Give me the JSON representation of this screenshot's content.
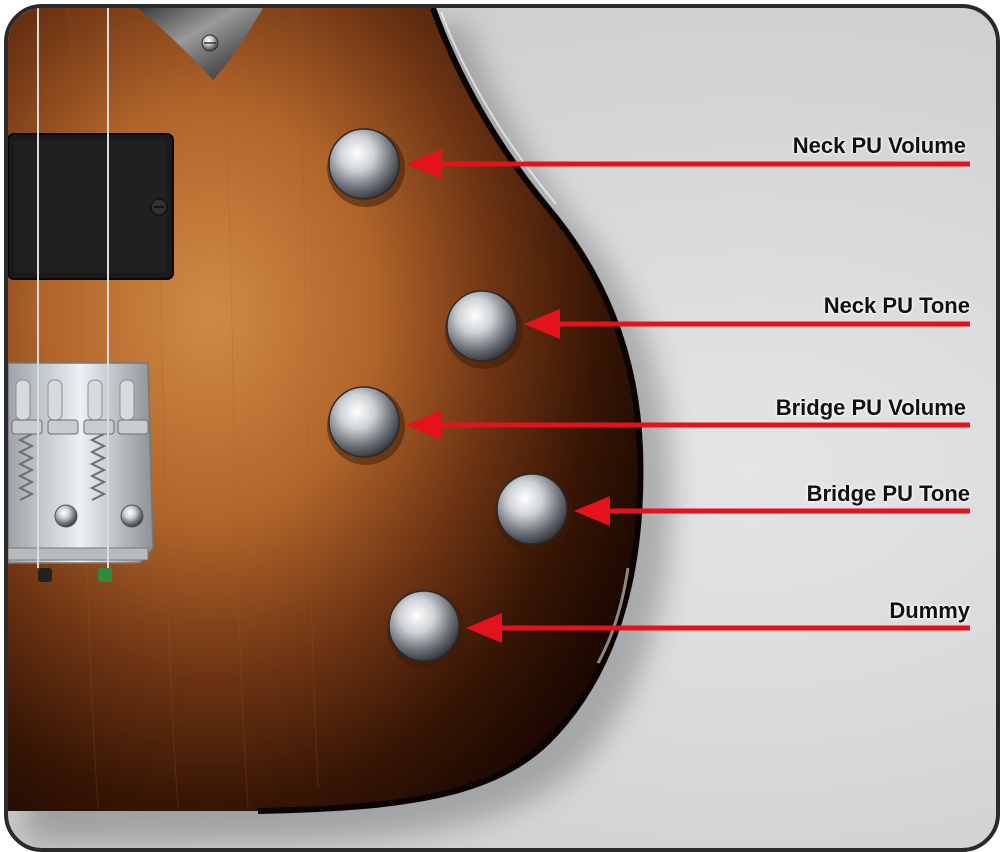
{
  "diagram": {
    "subject": "bass guitar body controls",
    "colors": {
      "arrow": "#e3121b",
      "label_text": "#111111",
      "background": "#d5d7d9",
      "frame_border": "#2a2a2a",
      "body_edge": "#1d0a02",
      "body_center": "#c57b36"
    },
    "callouts": [
      {
        "id": "neck-pu-volume",
        "label": "Neck PU Volume"
      },
      {
        "id": "neck-pu-tone",
        "label": "Neck PU Tone"
      },
      {
        "id": "bridge-pu-volume",
        "label": "Bridge PU Volume"
      },
      {
        "id": "bridge-pu-tone",
        "label": "Bridge PU Tone"
      },
      {
        "id": "dummy",
        "label": "Dummy"
      }
    ]
  }
}
